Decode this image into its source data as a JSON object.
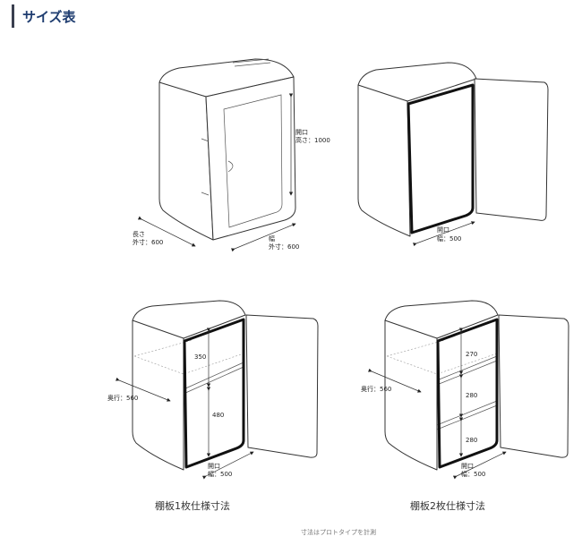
{
  "title": "サイズ表",
  "fig_closed": {
    "opening_label": "開口",
    "height_label": "高さ：1000",
    "width_label": "幅",
    "width_outer": "外寸：600",
    "length_label": "長さ",
    "length_outer": "外寸：600"
  },
  "fig_open": {
    "opening_label": "開口",
    "width": "幅：500"
  },
  "fig_shelf1": {
    "top": "350",
    "bottom": "480",
    "depth": "奥行：560",
    "opening_label": "開口",
    "width": "幅：500",
    "caption": "棚板1枚仕様寸法"
  },
  "fig_shelf2": {
    "top": "270",
    "middle": "280",
    "bottom": "280",
    "depth": "奥行：560",
    "opening_label": "開口",
    "width": "幅：500",
    "caption": "棚板2枚仕様寸法"
  },
  "footnote": "寸法はプロトタイプを計測"
}
